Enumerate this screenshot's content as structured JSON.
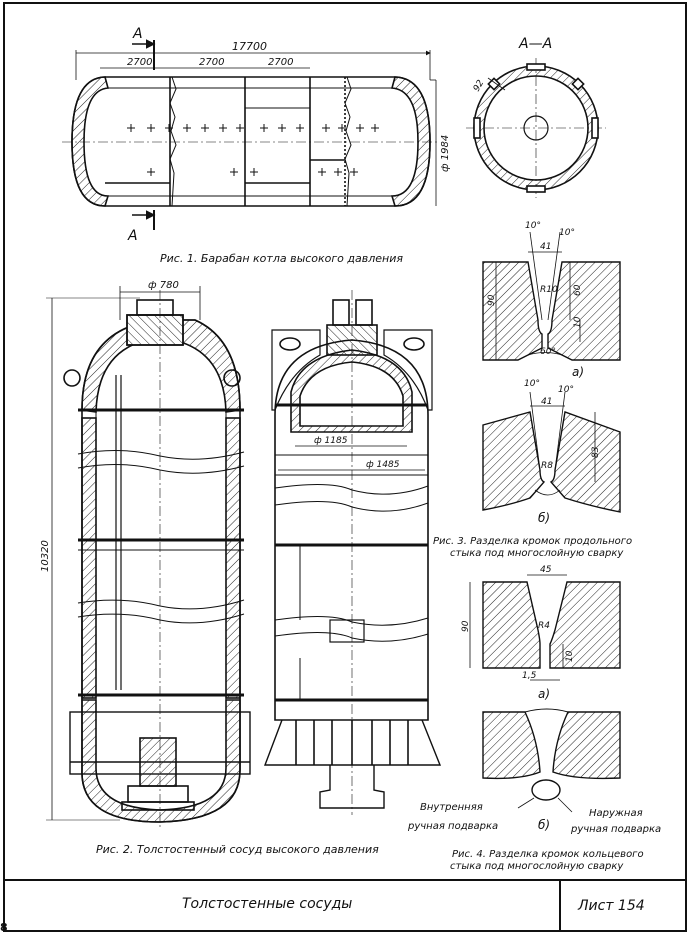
{
  "fig1": {
    "caption": "Рис. 1. Барабан котла высокого давления",
    "section_mark": "А",
    "section_label": "А—А",
    "dim_total": "17700",
    "dim_segment": "2700",
    "dim_diameter": "ф 1984",
    "dim_wall": "92"
  },
  "fig2": {
    "caption": "Рис. 2. Толстостенный сосуд высокого давления",
    "dim_top": "ф 780",
    "dim_height": "10320",
    "dim_inner": "ф 1185",
    "dim_outer": "ф 1485"
  },
  "fig3": {
    "caption_line1": "Рис. 3. Разделка кромок продольного",
    "caption_line2": "стыка под многослойную сварку",
    "a_angle_left": "10°",
    "a_angle_right": "10°",
    "a_width": "41",
    "a_radius": "R10",
    "a_depth": "90",
    "a_upper": "60",
    "a_root": "10",
    "a_bottom_angle": "60°",
    "a_label": "а)",
    "b_angle_left": "10°",
    "b_angle_right": "10°",
    "b_width": "41",
    "b_radius": "R8",
    "b_depth": "83",
    "b_label": "б)"
  },
  "fig4": {
    "caption_line1": "Рис. 4. Разделка кромок кольцевого",
    "caption_line2": "стыка под многослойную сварку",
    "a_width": "45",
    "a_radius": "R4",
    "a_depth": "90",
    "a_root": "10",
    "a_gap": "1,5",
    "a_label": "а)",
    "b_label": "б)",
    "inner_line1": "Внутренняя",
    "inner_line2": "ручная подварка",
    "outer_line1": "Наружная",
    "outer_line2": "ручная подварка"
  },
  "title_block": {
    "title": "Толстостенные   сосуды",
    "sheet": "Лист  154"
  },
  "page_number": "8"
}
